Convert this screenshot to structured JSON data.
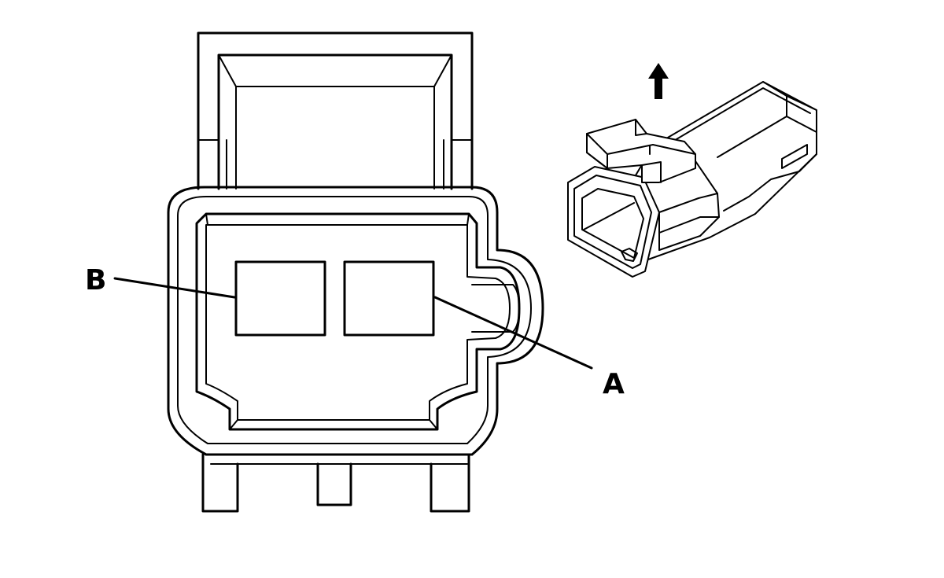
{
  "callouts": [
    {
      "id": "terminal-b",
      "label": "B"
    },
    {
      "id": "terminal-a",
      "label": "A"
    }
  ],
  "icons": {
    "direction": "arrow-up-icon"
  },
  "colors": {
    "line": "#000000",
    "background": "#ffffff"
  }
}
